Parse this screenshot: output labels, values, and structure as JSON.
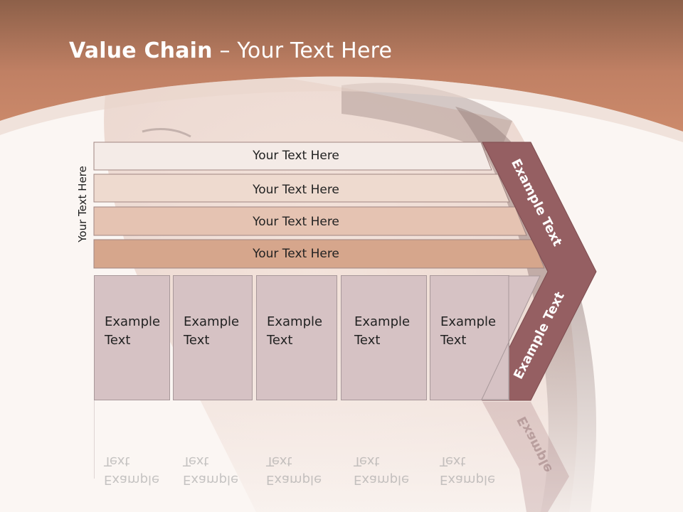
{
  "title": {
    "strong": "Value Chain",
    "rest": " – Your Text Here"
  },
  "side_label": "Your Text Here",
  "bars": [
    {
      "label": "Your Text Here"
    },
    {
      "label": "Your Text Here"
    },
    {
      "label": "Your Text Here"
    },
    {
      "label": "Your Text Here"
    }
  ],
  "boxes": [
    {
      "line1": "Example",
      "line2": "Text"
    },
    {
      "line1": "Example",
      "line2": "Text"
    },
    {
      "line1": "Example",
      "line2": "Text"
    },
    {
      "line1": "Example",
      "line2": "Text"
    },
    {
      "line1": "Example",
      "line2": "Text"
    }
  ],
  "chevron": {
    "upper": "Example Text",
    "lower": "Example Text",
    "reflection": "Example"
  },
  "colors": {
    "header": "#c58466",
    "bar1": "#f4ebe7",
    "bar2": "#eedacf",
    "bar3": "#e5c3b2",
    "bar4": "#d6a68c",
    "box": "#d6c2c4",
    "chevron": "#955f62"
  }
}
